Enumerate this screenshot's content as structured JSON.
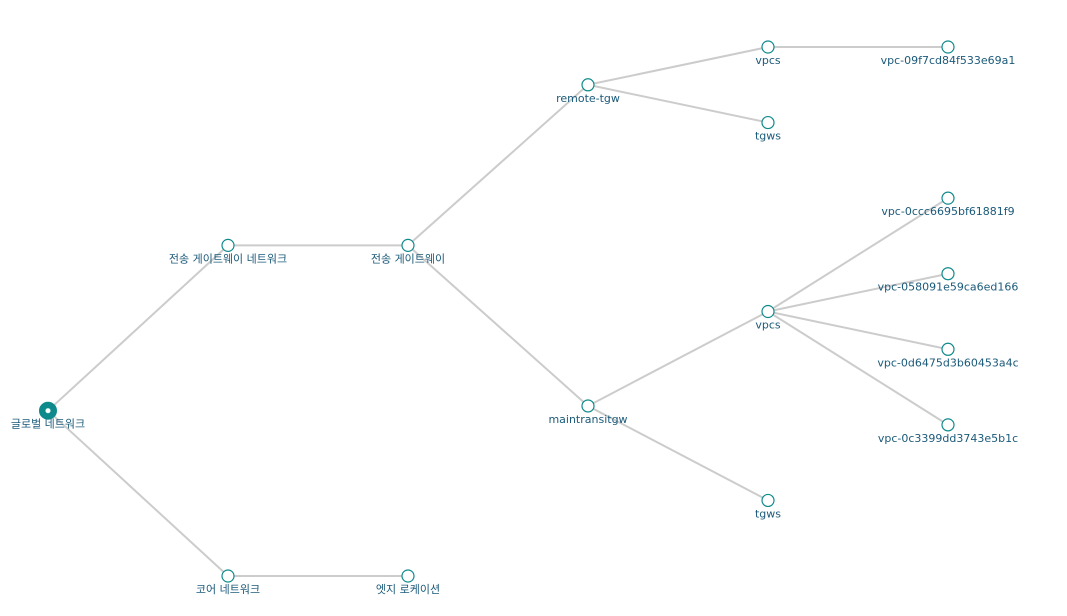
{
  "tree": {
    "id": "global-network",
    "label": "글로벌 네트워크",
    "root": true,
    "children": [
      {
        "id": "transit-gateway-network",
        "label": "전송 게이트웨이 네트워크",
        "children": [
          {
            "id": "transit-gateway",
            "label": "전송 게이트웨이",
            "children": [
              {
                "id": "remote-tgw",
                "label": "remote-tgw",
                "children": [
                  {
                    "id": "remote-tgw-vpcs",
                    "label": "vpcs",
                    "children": [
                      {
                        "id": "vpc-09f7",
                        "label": "vpc-09f7cd84f533e69a1",
                        "children": []
                      }
                    ]
                  },
                  {
                    "id": "remote-tgw-tgws",
                    "label": "tgws",
                    "children": []
                  }
                ]
              },
              {
                "id": "maintransitgw",
                "label": "maintransitgw",
                "children": [
                  {
                    "id": "maintransitgw-vpcs",
                    "label": "vpcs",
                    "children": [
                      {
                        "id": "vpc-0ccc",
                        "label": "vpc-0ccc6695bf61881f9",
                        "children": []
                      },
                      {
                        "id": "vpc-0580",
                        "label": "vpc-058091e59ca6ed166",
                        "children": []
                      },
                      {
                        "id": "vpc-0d64",
                        "label": "vpc-0d6475d3b60453a4c",
                        "children": []
                      },
                      {
                        "id": "vpc-0c33",
                        "label": "vpc-0c3399dd3743e5b1c",
                        "children": []
                      }
                    ]
                  },
                  {
                    "id": "maintransitgw-tgws",
                    "label": "tgws",
                    "children": []
                  }
                ]
              }
            ]
          }
        ]
      },
      {
        "id": "core-network",
        "label": "코어 네트워크",
        "children": [
          {
            "id": "edge-location",
            "label": "엣지 로케이션",
            "children": []
          }
        ]
      }
    ]
  }
}
